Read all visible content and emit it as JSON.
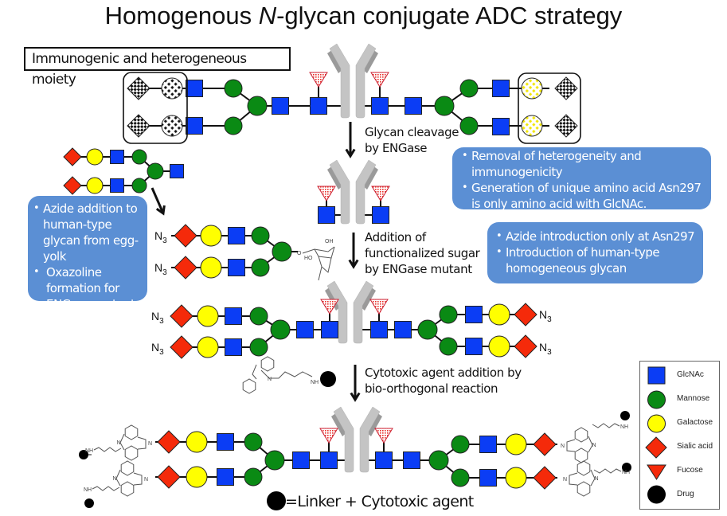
{
  "title": {
    "prefix": "Homogenous ",
    "italic": "N",
    "suffix": "-glycan conjugate ADC strategy"
  },
  "label_box": "Immunogenic and heterogeneous moiety",
  "steps": {
    "cleavage": [
      "Glycan cleavage",
      "by ENGase"
    ],
    "addition": [
      "Addition of",
      "functionalized sugar",
      "by ENGase mutant"
    ],
    "cytotoxic": [
      "Cytotoxic agent addition by",
      "bio-orthogonal reaction"
    ]
  },
  "notes": {
    "egg_yolk": [
      "Azide addition to human-type glycan from egg-yolk",
      "Oxazoline formation for ENGase mutants"
    ],
    "removal": [
      "Removal of heterogeneity and immunogenicity",
      "Generation of unique amino acid Asn297 is only amino acid with GlcNAc."
    ],
    "azide": [
      "Azide introduction only at Asn297",
      "Introduction of human-type homogeneous glycan"
    ]
  },
  "azide_label": "N3",
  "drug_equation": "=Linker + Cytotoxic agent",
  "legend": [
    {
      "shape": "square",
      "label": "GlcNAc",
      "color": "#0b3df5"
    },
    {
      "shape": "circle",
      "label": "Mannose",
      "color": "#0a8a14"
    },
    {
      "shape": "circle",
      "label": "Galactose",
      "color": "#ffff00"
    },
    {
      "shape": "diamond",
      "label": "Sialic acid",
      "color": "#f52a0a"
    },
    {
      "shape": "triangle",
      "label": "Fucose",
      "color": "#f52a0a"
    },
    {
      "shape": "circle",
      "label": "Drug",
      "color": "#000000"
    }
  ],
  "colors": {
    "glcnac": "#0b3df5",
    "mannose": "#0a8a14",
    "galactose": "#ffff00",
    "sialic": "#f52a0a",
    "fucose": "#f52a0a",
    "antibody": "#c4c4c4",
    "antibody_dark": "#9a9a9a",
    "note_bg": "#5b8fd4"
  }
}
